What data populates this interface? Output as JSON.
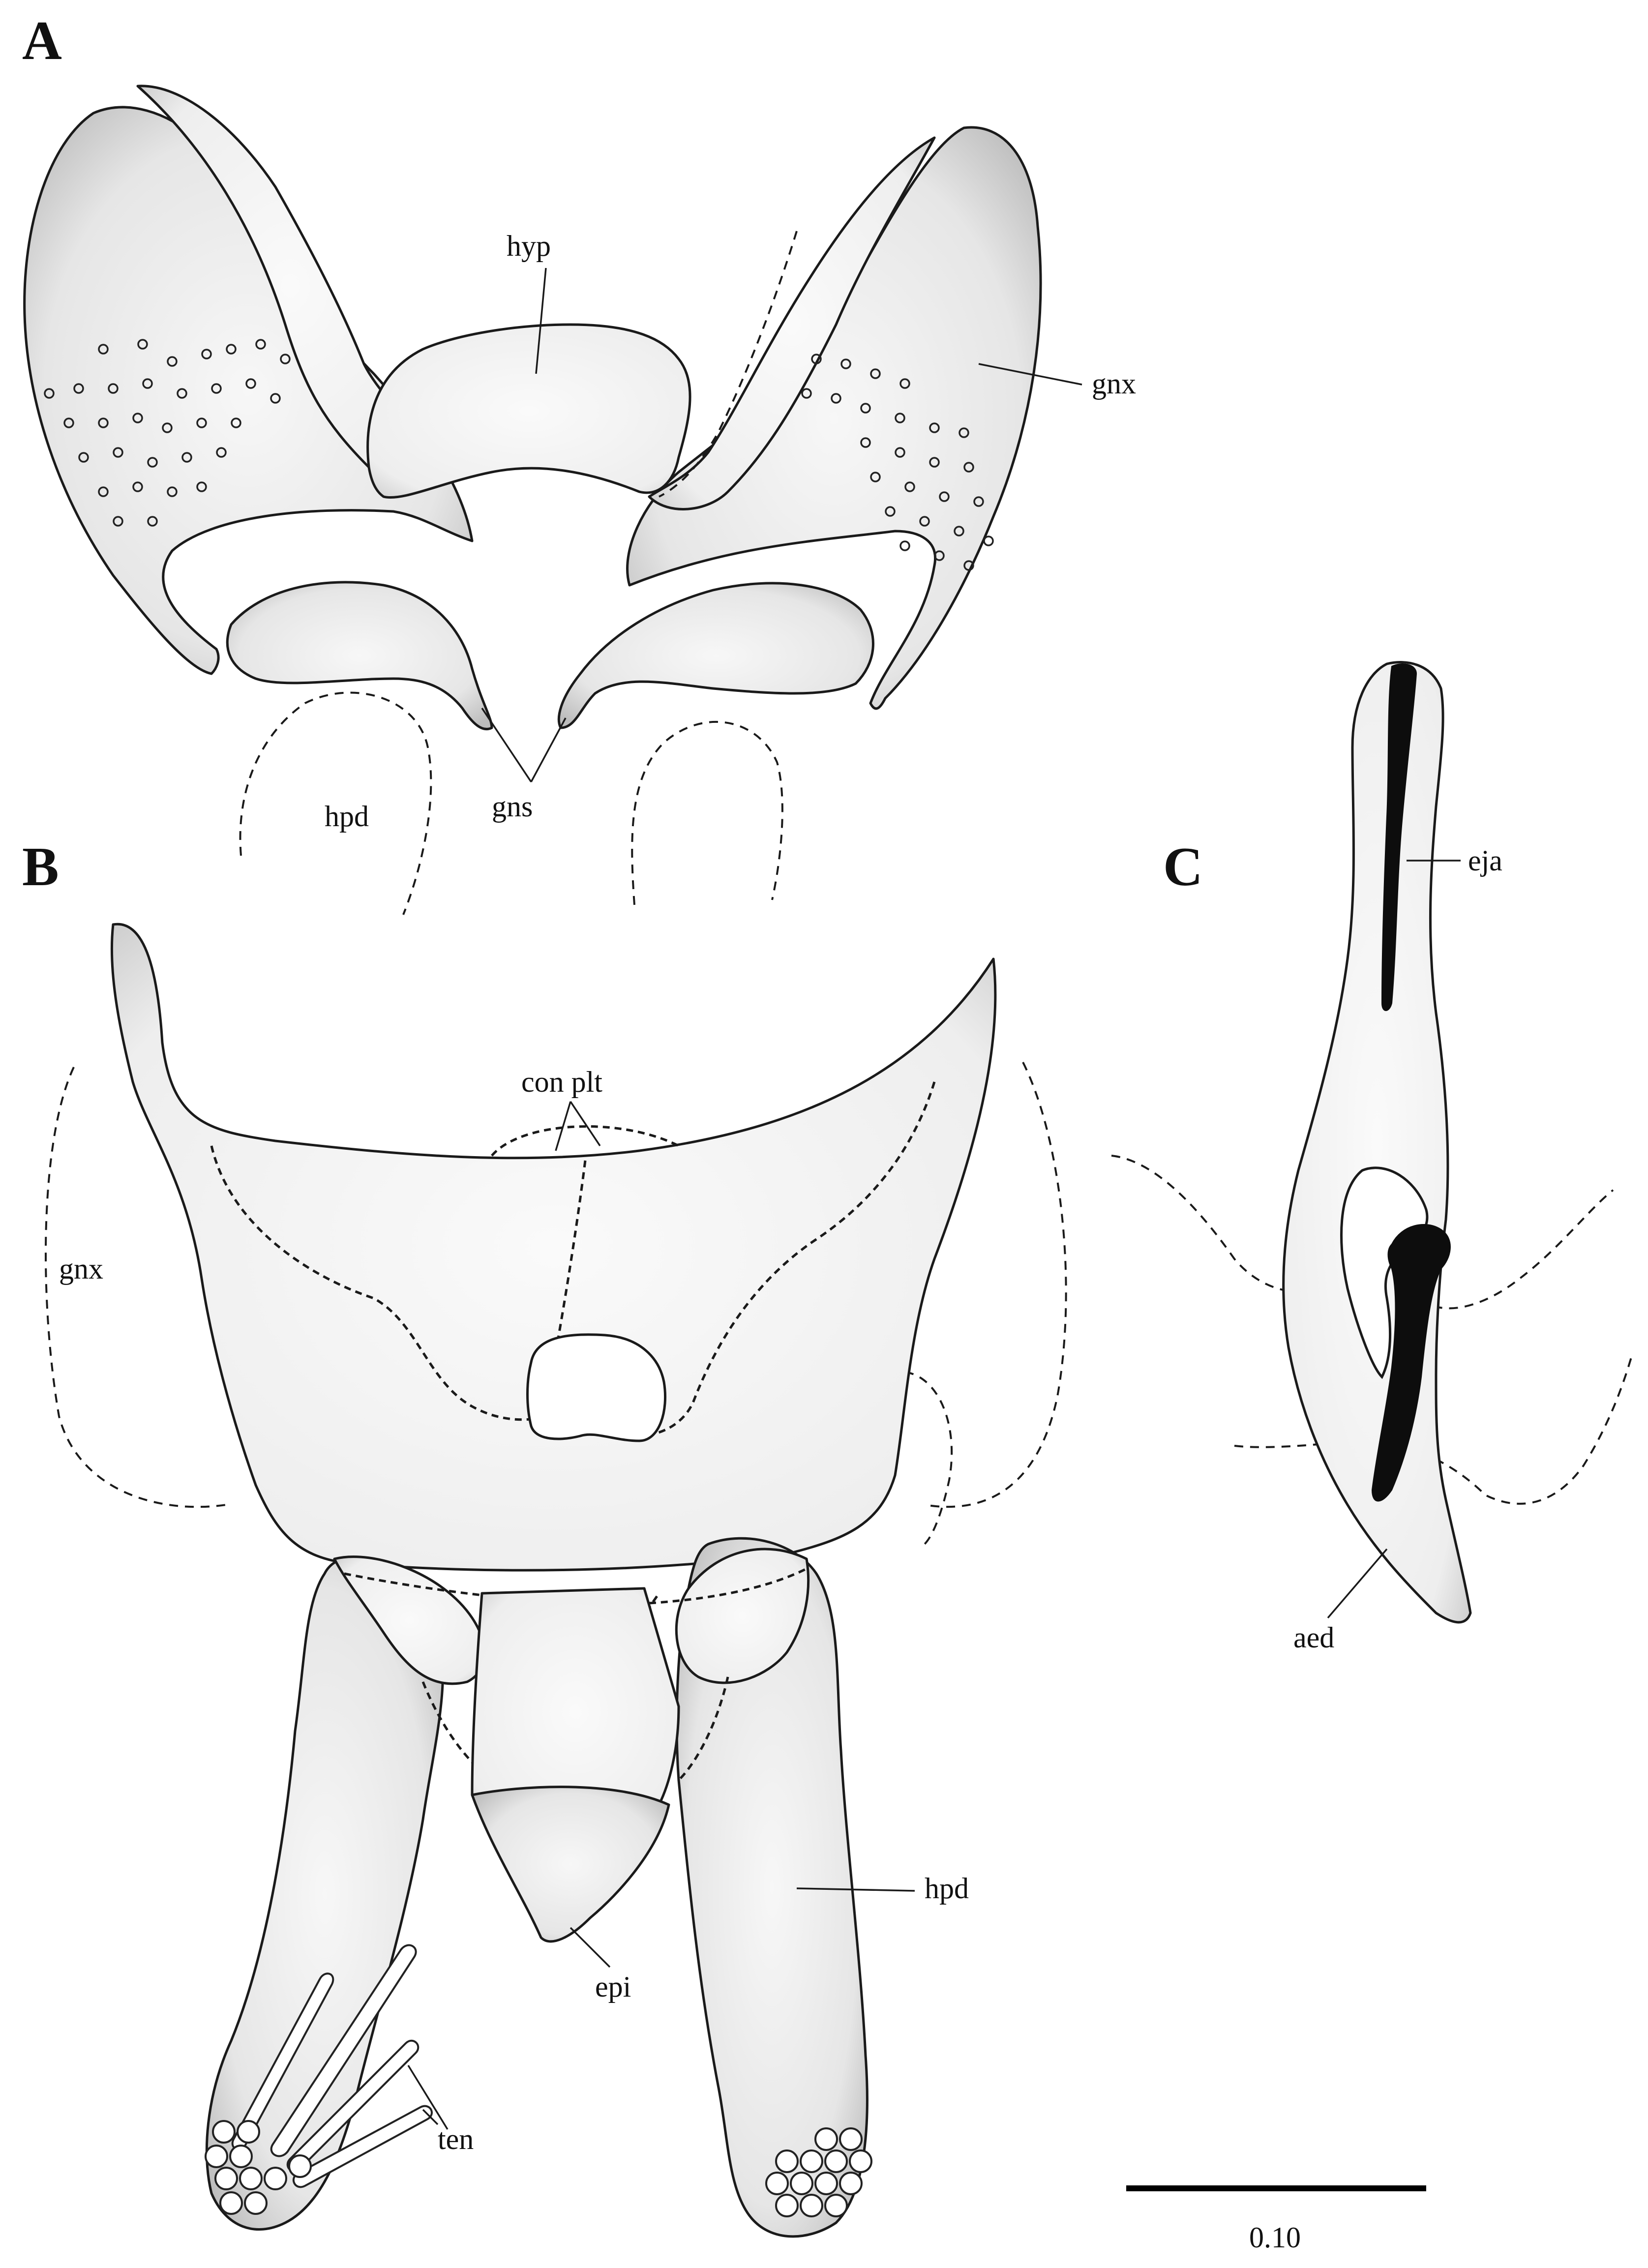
{
  "figure": {
    "panels": [
      "A",
      "B",
      "C"
    ],
    "labels": {
      "hyp": "hyp",
      "gnx_a": "gnx",
      "gns": "gns",
      "hpd_upper": "hpd",
      "con_plt": "con plt",
      "gnx_b": "gnx",
      "hpd_lower": "hpd",
      "epi": "epi",
      "ten": "ten",
      "eja": "eja",
      "aed": "aed"
    },
    "scale_bar": {
      "value": "0.10"
    }
  }
}
